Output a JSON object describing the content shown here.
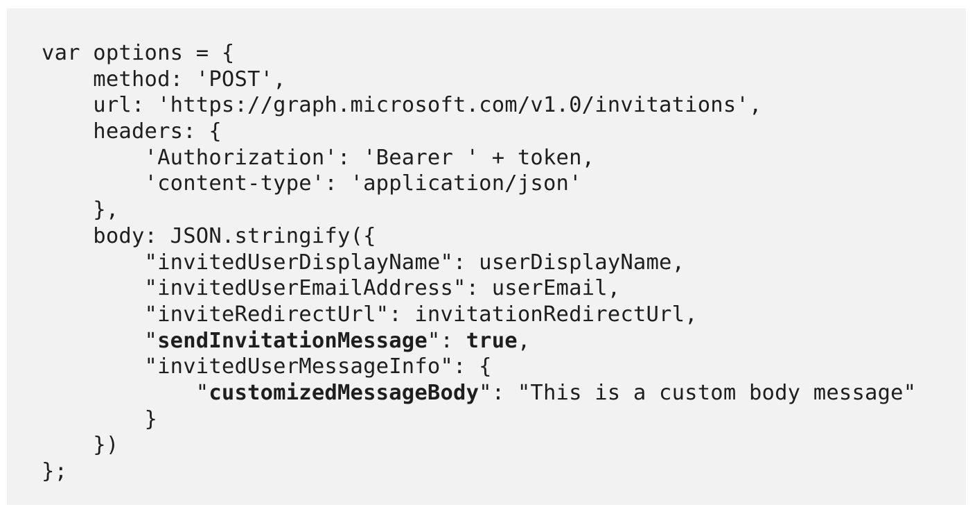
{
  "code": {
    "lines": [
      {
        "segments": [
          {
            "text": "var options = {",
            "bold": false
          }
        ]
      },
      {
        "segments": [
          {
            "text": "    method: 'POST',",
            "bold": false
          }
        ]
      },
      {
        "segments": [
          {
            "text": "    url: 'https://graph.microsoft.com/v1.0/invitations',",
            "bold": false
          }
        ]
      },
      {
        "segments": [
          {
            "text": "    headers: {",
            "bold": false
          }
        ]
      },
      {
        "segments": [
          {
            "text": "        'Authorization': 'Bearer ' + token,",
            "bold": false
          }
        ]
      },
      {
        "segments": [
          {
            "text": "        'content-type': 'application/json'",
            "bold": false
          }
        ]
      },
      {
        "segments": [
          {
            "text": "    },",
            "bold": false
          }
        ]
      },
      {
        "segments": [
          {
            "text": "    body: JSON.stringify({",
            "bold": false
          }
        ]
      },
      {
        "segments": [
          {
            "text": "        \"invitedUserDisplayName\": userDisplayName,",
            "bold": false
          }
        ]
      },
      {
        "segments": [
          {
            "text": "        \"invitedUserEmailAddress\": userEmail,",
            "bold": false
          }
        ]
      },
      {
        "segments": [
          {
            "text": "        \"inviteRedirectUrl\": invitationRedirectUrl,",
            "bold": false
          }
        ]
      },
      {
        "segments": [
          {
            "text": "        \"",
            "bold": false
          },
          {
            "text": "sendInvitationMessage",
            "bold": true
          },
          {
            "text": "\": ",
            "bold": false
          },
          {
            "text": "true",
            "bold": true
          },
          {
            "text": ",",
            "bold": false
          }
        ]
      },
      {
        "segments": [
          {
            "text": "        \"invitedUserMessageInfo\": {",
            "bold": false
          }
        ]
      },
      {
        "segments": [
          {
            "text": "            \"",
            "bold": false
          },
          {
            "text": "customizedMessageBody",
            "bold": true
          },
          {
            "text": "\": \"This is a custom body message\"",
            "bold": false
          }
        ]
      },
      {
        "segments": [
          {
            "text": "        }",
            "bold": false
          }
        ]
      },
      {
        "segments": [
          {
            "text": "    })",
            "bold": false
          }
        ]
      },
      {
        "segments": [
          {
            "text": "};",
            "bold": false
          }
        ]
      }
    ]
  }
}
